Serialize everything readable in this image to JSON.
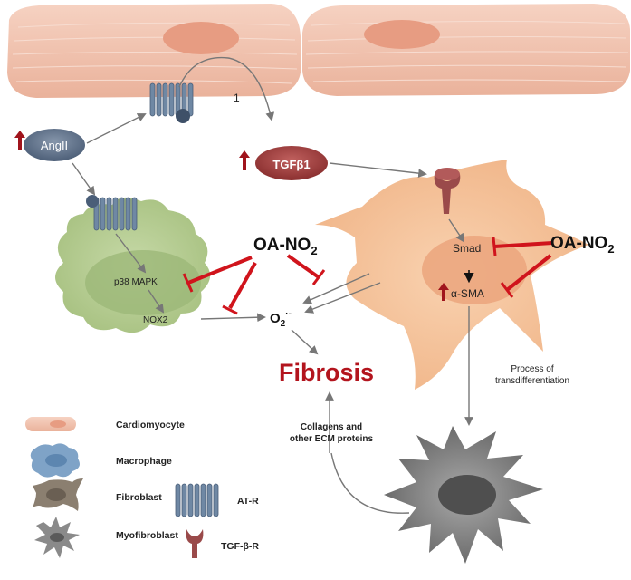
{
  "labels": {
    "angii": "AngII",
    "tgfb1": "TGFβ1",
    "step_number": "1",
    "p38": "p38 MAPK",
    "nox2": "NOX2",
    "oa_left_main": "OA-NO",
    "oa_left_sub": "2",
    "oa_right_main": "OA-NO",
    "oa_right_sub": "2",
    "superoxide_main": "O",
    "superoxide_sub": "2",
    "superoxide_sup": "·-",
    "smad": "Smad",
    "asma": "α-SMA",
    "fibrosis": "Fibrosis",
    "process_line1": "Process of",
    "process_line2": "transdifferentiation",
    "collagen_line1": "Collagens and",
    "collagen_line2": "other ECM proteins"
  },
  "legend": {
    "cardiomyocyte": "Cardiomyocyte",
    "macrophage": "Macrophage",
    "fibroblast": "Fibroblast",
    "myofibroblast": "Myofibroblast",
    "atr": "AT-R",
    "tgfbr": "TGF-β-R"
  },
  "colors": {
    "cardiomyocyte": "#f2c4b1",
    "macrophage": "#b9cf98",
    "fibroblast": "#f6c59f",
    "myofibroblast": "#7d7d7d",
    "receptor": "#607893",
    "tgfb_receptor": "#9a4a4a",
    "inhibition": "#d0141c",
    "up_arrow": "#a0141c",
    "arrow": "#777777"
  }
}
